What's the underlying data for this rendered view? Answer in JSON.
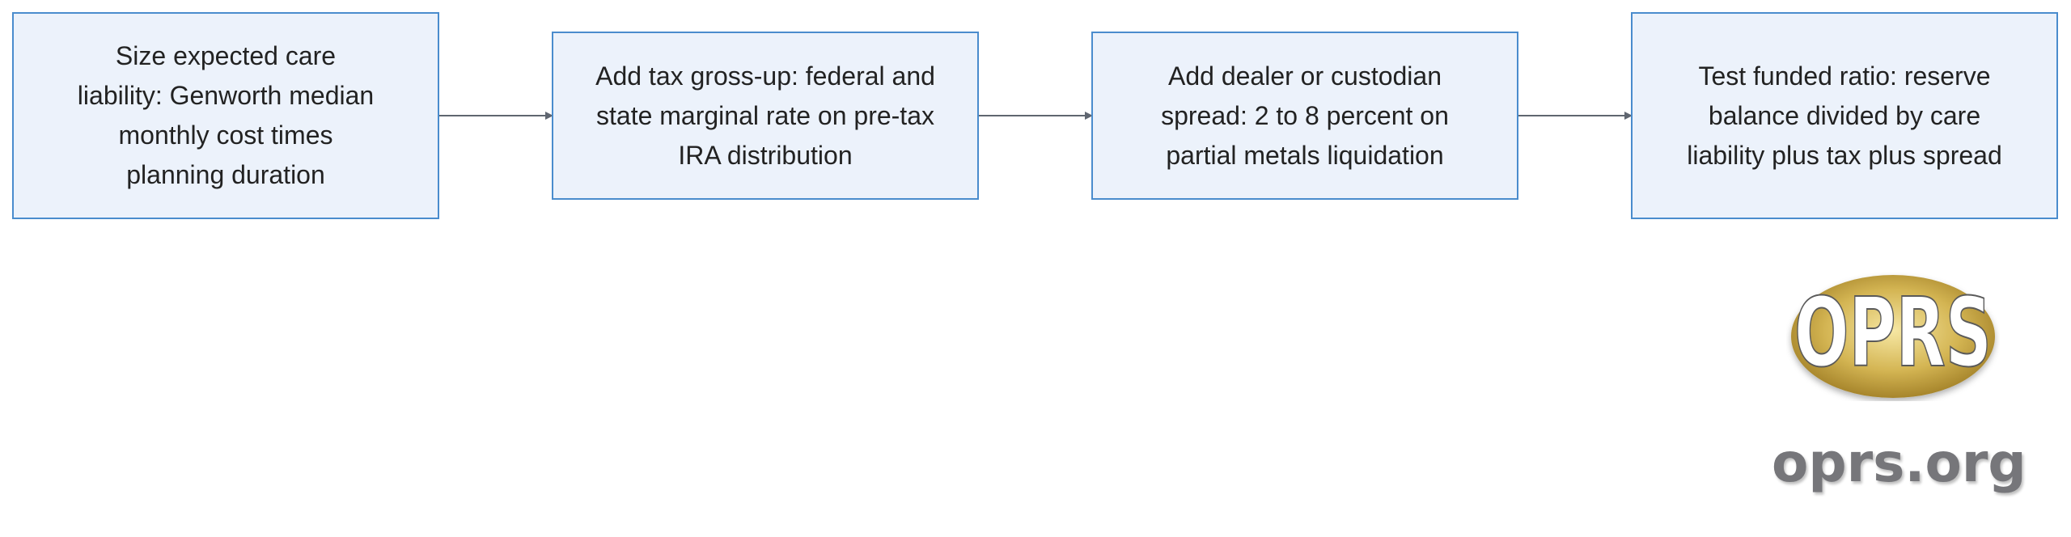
{
  "flow": {
    "steps": [
      {
        "label": "Size expected care liability: Genworth median monthly cost times planning duration"
      },
      {
        "label": "Add tax gross-up: federal and state marginal rate on pre-tax IRA distribution"
      },
      {
        "label": "Add dealer or custodian spread: 2 to 8 percent on partial metals liquidation"
      },
      {
        "label": "Test funded ratio: reserve balance divided by care liability plus tax plus spread"
      }
    ]
  },
  "colors": {
    "box_fill": "#ecf2fb",
    "box_border": "#4a8ccd",
    "arrow": "#5f6670",
    "logo_gold": "#c9a640"
  },
  "branding": {
    "logo_text": "OPRS",
    "site": "oprs.org"
  }
}
